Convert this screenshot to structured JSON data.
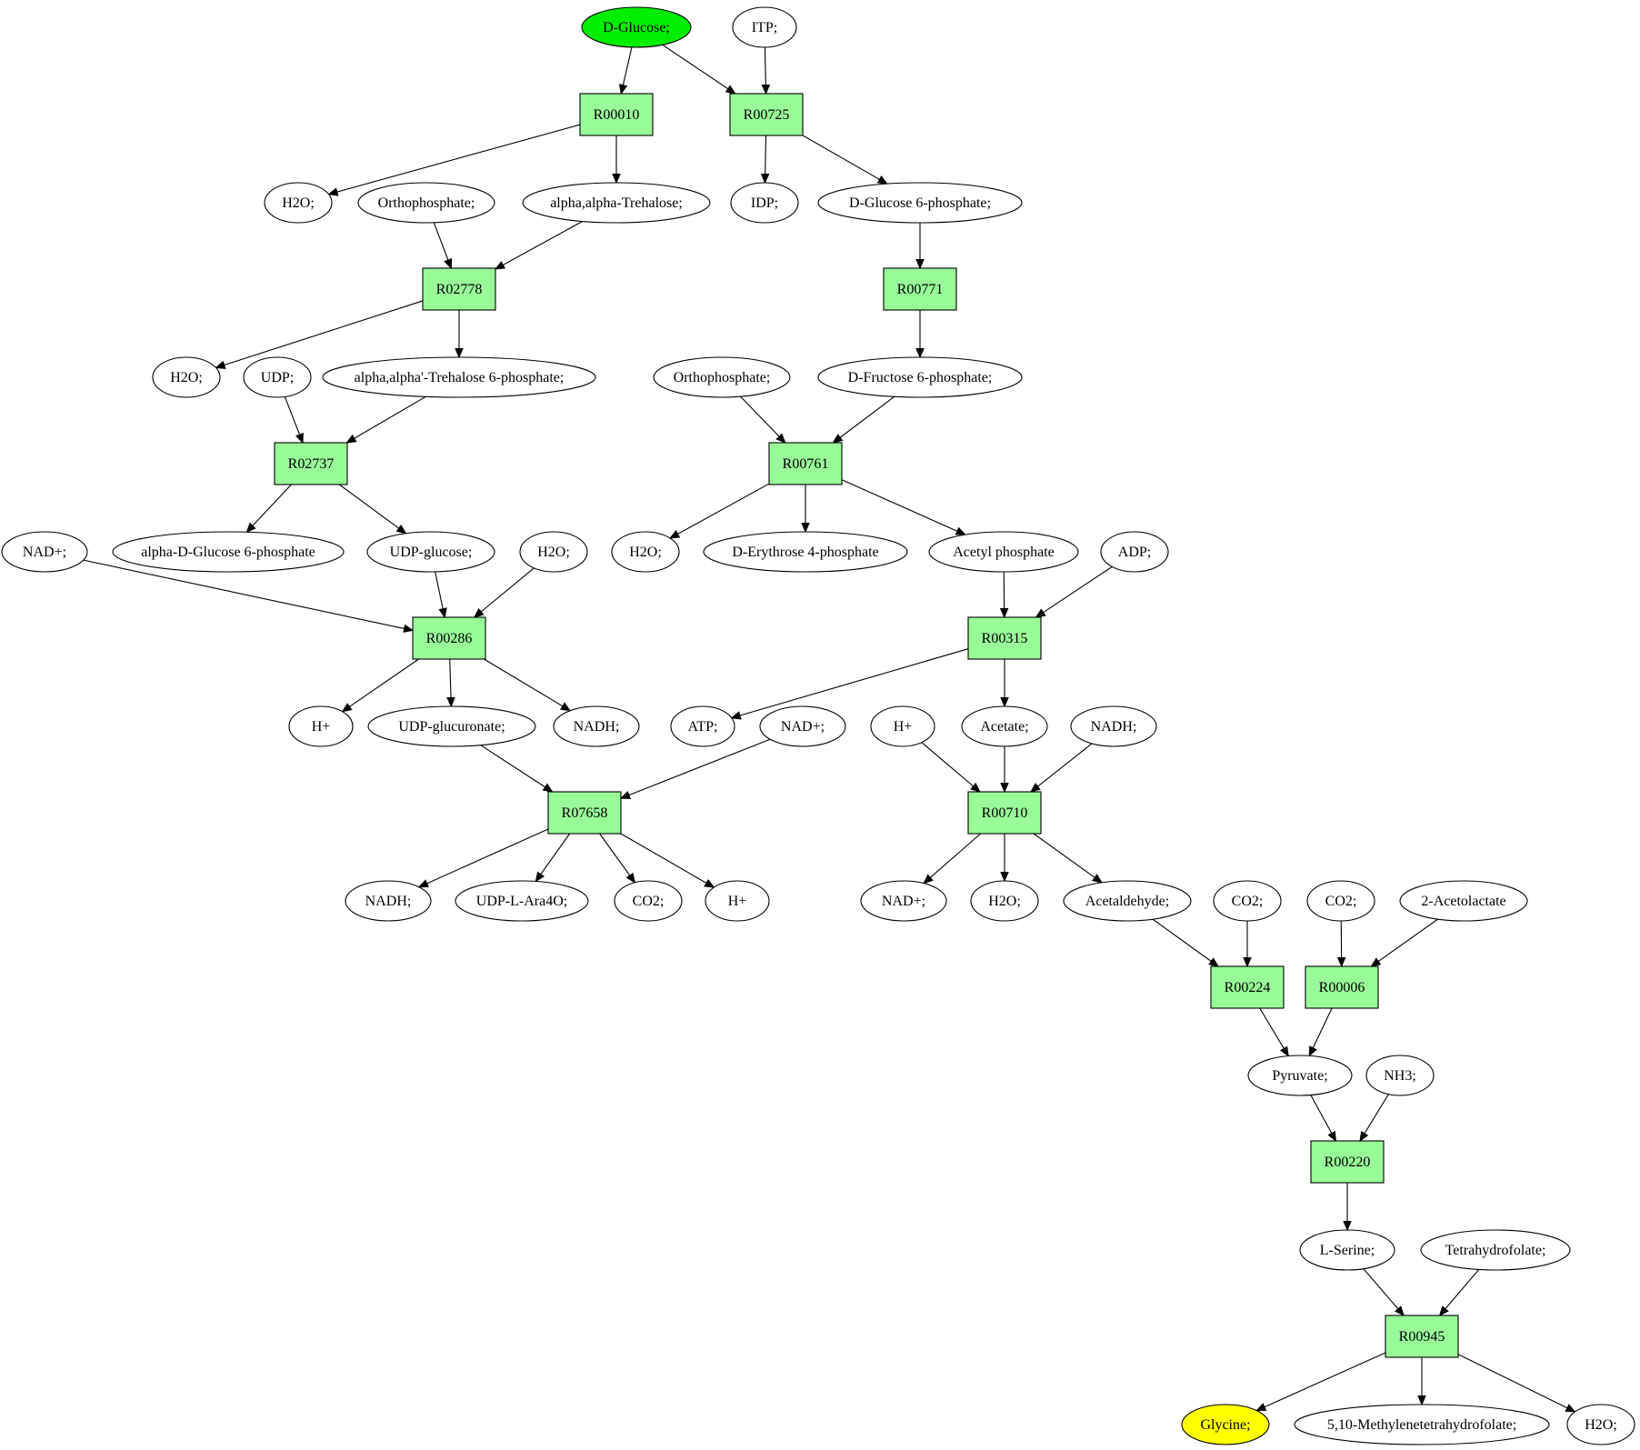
{
  "diagram": {
    "colors": {
      "reaction_fill": "#98fb98",
      "compound_fill": "#ffffff",
      "source_fill": "#00ee00",
      "target_fill": "#ffff00",
      "stroke": "#000000"
    },
    "nodes": [
      {
        "id": "n_dglucose",
        "kind": "compound",
        "role": "source",
        "label": "D-Glucose;"
      },
      {
        "id": "n_itp",
        "kind": "compound",
        "label": "ITP;"
      },
      {
        "id": "r_R00010",
        "kind": "reaction",
        "label": "R00010"
      },
      {
        "id": "r_R00725",
        "kind": "reaction",
        "label": "R00725"
      },
      {
        "id": "n_h2o_1",
        "kind": "compound",
        "label": "H2O;"
      },
      {
        "id": "n_ortho_1",
        "kind": "compound",
        "label": "Orthophosphate;"
      },
      {
        "id": "n_trehalose",
        "kind": "compound",
        "label": "alpha,alpha-Trehalose;"
      },
      {
        "id": "n_idp",
        "kind": "compound",
        "label": "IDP;"
      },
      {
        "id": "n_g6p",
        "kind": "compound",
        "label": "D-Glucose 6-phosphate;"
      },
      {
        "id": "r_R02778",
        "kind": "reaction",
        "label": "R02778"
      },
      {
        "id": "r_R00771",
        "kind": "reaction",
        "label": "R00771"
      },
      {
        "id": "n_h2o_2",
        "kind": "compound",
        "label": "H2O;"
      },
      {
        "id": "n_udp",
        "kind": "compound",
        "label": "UDP;"
      },
      {
        "id": "n_t6p",
        "kind": "compound",
        "label": "alpha,alpha'-Trehalose 6-phosphate;"
      },
      {
        "id": "n_ortho_2",
        "kind": "compound",
        "label": "Orthophosphate;"
      },
      {
        "id": "n_f6p",
        "kind": "compound",
        "label": "D-Fructose 6-phosphate;"
      },
      {
        "id": "r_R02737",
        "kind": "reaction",
        "label": "R02737"
      },
      {
        "id": "r_R00761",
        "kind": "reaction",
        "label": "R00761"
      },
      {
        "id": "n_nadp_1",
        "kind": "compound",
        "label": "NAD+;"
      },
      {
        "id": "n_adg6p",
        "kind": "compound",
        "label": "alpha-D-Glucose 6-phosphate"
      },
      {
        "id": "n_udpglc",
        "kind": "compound",
        "label": "UDP-glucose;"
      },
      {
        "id": "n_h2o_3",
        "kind": "compound",
        "label": "H2O;"
      },
      {
        "id": "n_h2o_4",
        "kind": "compound",
        "label": "H2O;"
      },
      {
        "id": "n_e4p",
        "kind": "compound",
        "label": "D-Erythrose 4-phosphate"
      },
      {
        "id": "n_acp",
        "kind": "compound",
        "label": "Acetyl phosphate"
      },
      {
        "id": "n_adp",
        "kind": "compound",
        "label": "ADP;"
      },
      {
        "id": "r_R00286",
        "kind": "reaction",
        "label": "R00286"
      },
      {
        "id": "r_R00315",
        "kind": "reaction",
        "label": "R00315"
      },
      {
        "id": "n_hplus_1",
        "kind": "compound",
        "label": "H+"
      },
      {
        "id": "n_udpglcur",
        "kind": "compound",
        "label": "UDP-glucuronate;"
      },
      {
        "id": "n_nadh_1",
        "kind": "compound",
        "label": "NADH;"
      },
      {
        "id": "n_atp",
        "kind": "compound",
        "label": "ATP;"
      },
      {
        "id": "n_nadp_2",
        "kind": "compound",
        "label": "NAD+;"
      },
      {
        "id": "n_hplus_2",
        "kind": "compound",
        "label": "H+"
      },
      {
        "id": "n_acetate",
        "kind": "compound",
        "label": "Acetate;"
      },
      {
        "id": "n_nadh_2",
        "kind": "compound",
        "label": "NADH;"
      },
      {
        "id": "r_R07658",
        "kind": "reaction",
        "label": "R07658"
      },
      {
        "id": "r_R00710",
        "kind": "reaction",
        "label": "R00710"
      },
      {
        "id": "n_nadh_3",
        "kind": "compound",
        "label": "NADH;"
      },
      {
        "id": "n_udplara",
        "kind": "compound",
        "label": "UDP-L-Ara4O;"
      },
      {
        "id": "n_co2_1",
        "kind": "compound",
        "label": "CO2;"
      },
      {
        "id": "n_hplus_3",
        "kind": "compound",
        "label": "H+"
      },
      {
        "id": "n_nadp_3",
        "kind": "compound",
        "label": "NAD+;"
      },
      {
        "id": "n_h2o_5",
        "kind": "compound",
        "label": "H2O;"
      },
      {
        "id": "n_acald",
        "kind": "compound",
        "label": "Acetaldehyde;"
      },
      {
        "id": "n_co2_2",
        "kind": "compound",
        "label": "CO2;"
      },
      {
        "id": "n_co2_3",
        "kind": "compound",
        "label": "CO2;"
      },
      {
        "id": "n_acetolac",
        "kind": "compound",
        "label": "2-Acetolactate"
      },
      {
        "id": "r_R00224",
        "kind": "reaction",
        "label": "R00224"
      },
      {
        "id": "r_R00006",
        "kind": "reaction",
        "label": "R00006"
      },
      {
        "id": "n_pyruvate",
        "kind": "compound",
        "label": "Pyruvate;"
      },
      {
        "id": "n_nh3",
        "kind": "compound",
        "label": "NH3;"
      },
      {
        "id": "r_R00220",
        "kind": "reaction",
        "label": "R00220"
      },
      {
        "id": "n_lserine",
        "kind": "compound",
        "label": "L-Serine;"
      },
      {
        "id": "n_thf",
        "kind": "compound",
        "label": "Tetrahydrofolate;"
      },
      {
        "id": "r_R00945",
        "kind": "reaction",
        "label": "R00945"
      },
      {
        "id": "n_glycine",
        "kind": "compound",
        "role": "target",
        "label": "Glycine;"
      },
      {
        "id": "n_mthf",
        "kind": "compound",
        "label": "5,10-Methylenetetrahydrofolate;"
      },
      {
        "id": "n_h2o_6",
        "kind": "compound",
        "label": "H2O;"
      }
    ],
    "edges": [
      [
        "n_dglucose",
        "r_R00010"
      ],
      [
        "n_dglucose",
        "r_R00725"
      ],
      [
        "n_itp",
        "r_R00725"
      ],
      [
        "r_R00010",
        "n_h2o_1"
      ],
      [
        "r_R00010",
        "n_trehalose"
      ],
      [
        "r_R00725",
        "n_idp"
      ],
      [
        "r_R00725",
        "n_g6p"
      ],
      [
        "n_ortho_1",
        "r_R02778"
      ],
      [
        "n_trehalose",
        "r_R02778"
      ],
      [
        "n_g6p",
        "r_R00771"
      ],
      [
        "r_R02778",
        "n_h2o_2"
      ],
      [
        "r_R02778",
        "n_t6p"
      ],
      [
        "r_R00771",
        "n_f6p"
      ],
      [
        "n_udp",
        "r_R02737"
      ],
      [
        "n_t6p",
        "r_R02737"
      ],
      [
        "n_ortho_2",
        "r_R00761"
      ],
      [
        "n_f6p",
        "r_R00761"
      ],
      [
        "r_R02737",
        "n_adg6p"
      ],
      [
        "r_R02737",
        "n_udpglc"
      ],
      [
        "r_R00761",
        "n_h2o_4"
      ],
      [
        "r_R00761",
        "n_e4p"
      ],
      [
        "r_R00761",
        "n_acp"
      ],
      [
        "n_nadp_1",
        "r_R00286"
      ],
      [
        "n_udpglc",
        "r_R00286"
      ],
      [
        "n_h2o_3",
        "r_R00286"
      ],
      [
        "n_acp",
        "r_R00315"
      ],
      [
        "n_adp",
        "r_R00315"
      ],
      [
        "r_R00286",
        "n_hplus_1"
      ],
      [
        "r_R00286",
        "n_udpglcur"
      ],
      [
        "r_R00286",
        "n_nadh_1"
      ],
      [
        "r_R00315",
        "n_atp"
      ],
      [
        "r_R00315",
        "n_acetate"
      ],
      [
        "n_udpglcur",
        "r_R07658"
      ],
      [
        "n_nadp_2",
        "r_R07658"
      ],
      [
        "n_hplus_2",
        "r_R00710"
      ],
      [
        "n_acetate",
        "r_R00710"
      ],
      [
        "n_nadh_2",
        "r_R00710"
      ],
      [
        "r_R07658",
        "n_nadh_3"
      ],
      [
        "r_R07658",
        "n_udplara"
      ],
      [
        "r_R07658",
        "n_co2_1"
      ],
      [
        "r_R07658",
        "n_hplus_3"
      ],
      [
        "r_R00710",
        "n_nadp_3"
      ],
      [
        "r_R00710",
        "n_h2o_5"
      ],
      [
        "r_R00710",
        "n_acald"
      ],
      [
        "n_acald",
        "r_R00224"
      ],
      [
        "n_co2_2",
        "r_R00224"
      ],
      [
        "n_co2_3",
        "r_R00006"
      ],
      [
        "n_acetolac",
        "r_R00006"
      ],
      [
        "r_R00224",
        "n_pyruvate"
      ],
      [
        "r_R00006",
        "n_pyruvate"
      ],
      [
        "n_pyruvate",
        "r_R00220"
      ],
      [
        "n_nh3",
        "r_R00220"
      ],
      [
        "r_R00220",
        "n_lserine"
      ],
      [
        "n_lserine",
        "r_R00945"
      ],
      [
        "n_thf",
        "r_R00945"
      ],
      [
        "r_R00945",
        "n_glycine"
      ],
      [
        "r_R00945",
        "n_mthf"
      ],
      [
        "r_R00945",
        "n_h2o_6"
      ]
    ]
  }
}
